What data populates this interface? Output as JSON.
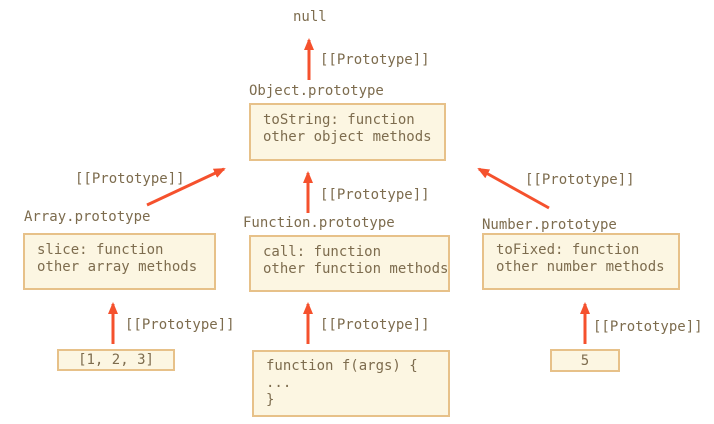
{
  "colors": {
    "arrow": "#f5512d",
    "box_border": "#e7c189",
    "box_fill": "#fcf6e2",
    "text": "#7d6c4e"
  },
  "edge_label": "[[Prototype]]",
  "nodes": {
    "null": {
      "label": "null"
    },
    "object_prototype": {
      "title": "Object.prototype",
      "line1": "toString: function",
      "line2": "other object methods"
    },
    "array_prototype": {
      "title": "Array.prototype",
      "line1": "slice: function",
      "line2": "other array methods"
    },
    "function_prototype": {
      "title": "Function.prototype",
      "line1": "call: function",
      "line2": "other function methods"
    },
    "number_prototype": {
      "title": "Number.prototype",
      "line1": "toFixed: function",
      "line2": "other number methods"
    },
    "array_value": {
      "label": "[1, 2, 3]"
    },
    "function_value": {
      "line1": "function f(args) {",
      "line2": "...",
      "line3": "}"
    },
    "number_value": {
      "label": "5"
    }
  }
}
